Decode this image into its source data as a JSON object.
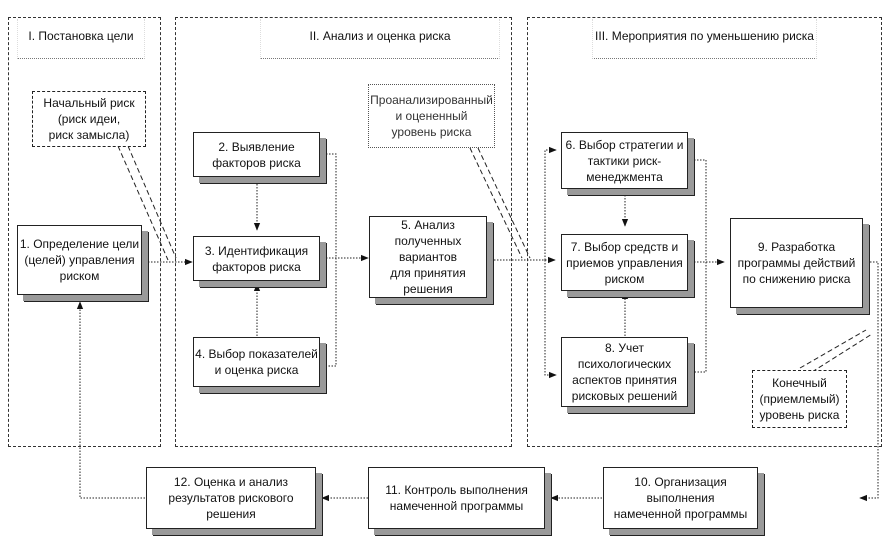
{
  "stages": [
    {
      "id": "stage-1",
      "title": "I. Постановка цели"
    },
    {
      "id": "stage-2",
      "title": "II. Анализ и оценка риска"
    },
    {
      "id": "stage-3",
      "title": "III. Мероприятия по уменьшению риска"
    }
  ],
  "notes": {
    "initial_risk": [
      "Начальный риск",
      "(риск идеи,",
      "риск замысла)"
    ],
    "analyzed_risk": [
      "Проанализированный",
      "и оцененный",
      "уровень риска"
    ],
    "final_risk": [
      "Конечный",
      "(приемлемый)",
      "уровень риска"
    ]
  },
  "boxes": {
    "b1": [
      "1. Определение цели",
      "(целей) управления",
      "риском"
    ],
    "b2": [
      "2. Выявление",
      "факторов риска"
    ],
    "b3": [
      "3. Идентификация",
      "факторов риска"
    ],
    "b4": [
      "4. Выбор показателей",
      "и оценка риска"
    ],
    "b5": [
      "5. Анализ",
      "полученных",
      "вариантов",
      "для принятия",
      "решения"
    ],
    "b6": [
      "6. Выбор стратегии и",
      "тактики риск-",
      "менеджмента"
    ],
    "b7": [
      "7. Выбор средств и",
      "приемов управления",
      "риском"
    ],
    "b8": [
      "8. Учет",
      "психологических",
      "аспектов принятия",
      "рисковых решений"
    ],
    "b9": [
      "9. Разработка",
      "программы действий",
      "по снижению риска"
    ],
    "b10": [
      "10. Организация выполнения",
      "намеченной программы"
    ],
    "b11": [
      "11. Контроль выполнения",
      "намеченной программы"
    ],
    "b12": [
      "12. Оценка и анализ",
      "результатов рискового",
      "решения"
    ]
  }
}
